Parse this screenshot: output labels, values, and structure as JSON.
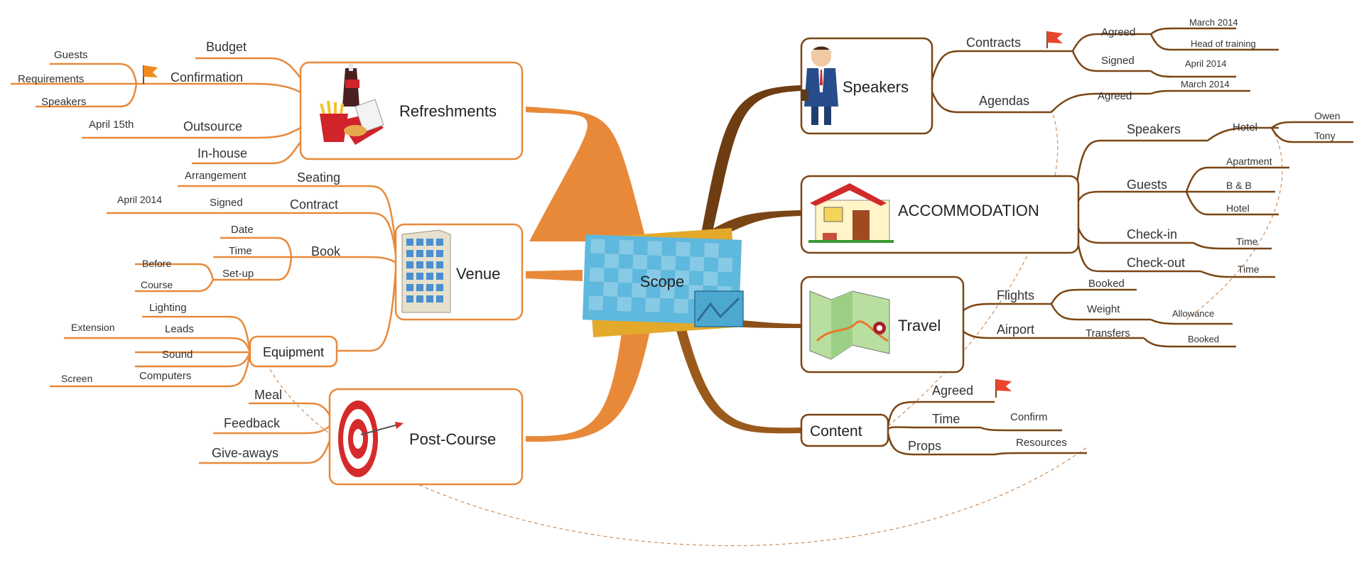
{
  "colors": {
    "left_branch": "#e8893a",
    "right_branch": "#7a4514",
    "node_border_left": "#e8893a",
    "node_border_right": "#7a4514",
    "central_card": "#5fb8dd",
    "central_card_back": "#e3a92a",
    "flag": "#e8452c",
    "flag_orange": "#f08a1c",
    "link_dashed": "#c47a3c"
  },
  "central": {
    "label": "Scope"
  },
  "topics": {
    "refreshments": {
      "label": "Refreshments",
      "icon": "fast-food-icon"
    },
    "venue": {
      "label": "Venue",
      "icon": "building-icon"
    },
    "post_course": {
      "label": "Post-Course",
      "icon": "target-icon"
    },
    "speakers": {
      "label": "Speakers",
      "icon": "person-icon"
    },
    "accommodation": {
      "label": "ACCOMMODATION",
      "icon": "house-icon"
    },
    "travel": {
      "label": "Travel",
      "icon": "map-icon"
    },
    "content": {
      "label": "Content"
    },
    "equipment": {
      "label": "Equipment"
    }
  },
  "refreshments": {
    "budget": "Budget",
    "confirmation": "Confirmation",
    "guests": "Guests",
    "requirements": "Requirements",
    "speakers": "Speakers",
    "outsource": "Outsource",
    "april15": "April 15th",
    "inhouse": "In-house"
  },
  "venue": {
    "seating": "Seating",
    "arrangement": "Arrangement",
    "contract": "Contract",
    "signed": "Signed",
    "april2014": "April 2014",
    "book": "Book",
    "date": "Date",
    "time": "Time",
    "setup": "Set-up",
    "before": "Before",
    "course": "Course",
    "lighting": "Lighting",
    "leads": "Leads",
    "extension": "Extension",
    "sound": "Sound",
    "computers": "Computers",
    "screen": "Screen"
  },
  "post_course": {
    "meal": "Meal",
    "feedback": "Feedback",
    "giveaways": "Give-aways"
  },
  "speakers": {
    "contracts": "Contracts",
    "agreed": "Agreed",
    "march2014_a": "March 2014",
    "head_training": "Head of training",
    "signed": "Signed",
    "april2014": "April 2014",
    "agendas": "Agendas",
    "agendas_agreed": "Agreed",
    "march2014_b": "March 2014"
  },
  "accommodation": {
    "speakers": "Speakers",
    "hotel": "Hotel",
    "owen": "Owen",
    "tony": "Tony",
    "guests": "Guests",
    "apartment": "Apartment",
    "bb": "B & B",
    "hotel2": "Hotel",
    "checkin": "Check-in",
    "checkin_time": "Time",
    "checkout": "Check-out",
    "checkout_time": "Time"
  },
  "travel": {
    "flights": "Flights",
    "booked": "Booked",
    "weight": "Weight",
    "allowance": "Allowance",
    "airport": "Airport",
    "transfers": "Transfers",
    "transfers_booked": "Booked"
  },
  "content": {
    "agreed": "Agreed",
    "time": "Time",
    "confirm": "Confirm",
    "props": "Props",
    "resources": "Resources"
  }
}
